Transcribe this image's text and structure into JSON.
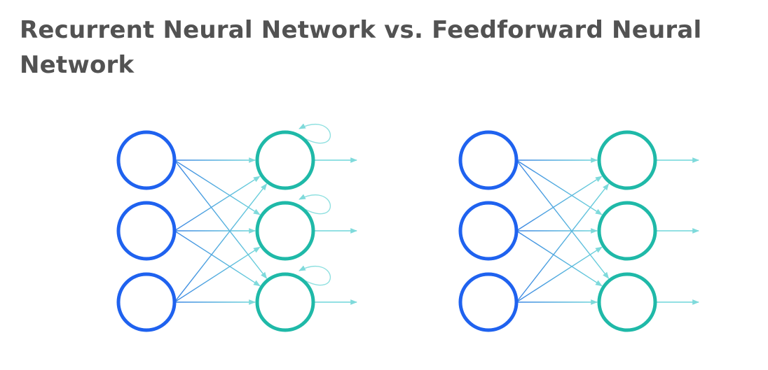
{
  "title": "Recurrent Neural Network vs. Feedforward Neural Network",
  "colors": {
    "input_node": "#1f62ef",
    "output_node": "#1fb9a8",
    "edge_from_input": "#3b86e3",
    "edge_to_output": "#6ed6da",
    "self_loop": "#8fe0e0",
    "title": "#525252",
    "background": "#ffffff"
  },
  "diagrams": [
    {
      "name": "recurrent-network",
      "input_nodes": 3,
      "output_nodes": 3,
      "fully_connected": true,
      "self_loops": true,
      "output_arrows": true
    },
    {
      "name": "feedforward-network",
      "input_nodes": 3,
      "output_nodes": 3,
      "fully_connected": true,
      "self_loops": false,
      "output_arrows": true
    }
  ]
}
